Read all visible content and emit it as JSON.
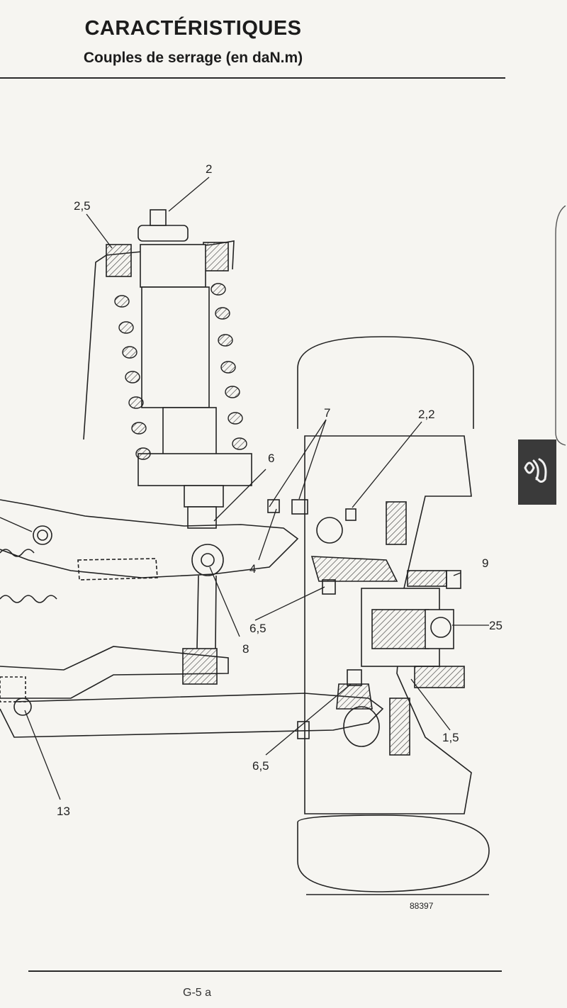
{
  "header": {
    "title": "CARACTÉRISTIQUES",
    "subtitle": "Couples de serrage (en daN.m)"
  },
  "figure": {
    "reference": "88397",
    "callouts": {
      "c2": "2",
      "c25a": "2,5",
      "c7": "7",
      "c22": "2,2",
      "c6": "6",
      "c4": "4",
      "c9": "9",
      "c25": "25",
      "c65a": "6,5",
      "c8": "8",
      "c15": "1,5",
      "c65b": "6,5",
      "c13": "13"
    }
  },
  "footer": {
    "page_number": "G-5 a"
  }
}
